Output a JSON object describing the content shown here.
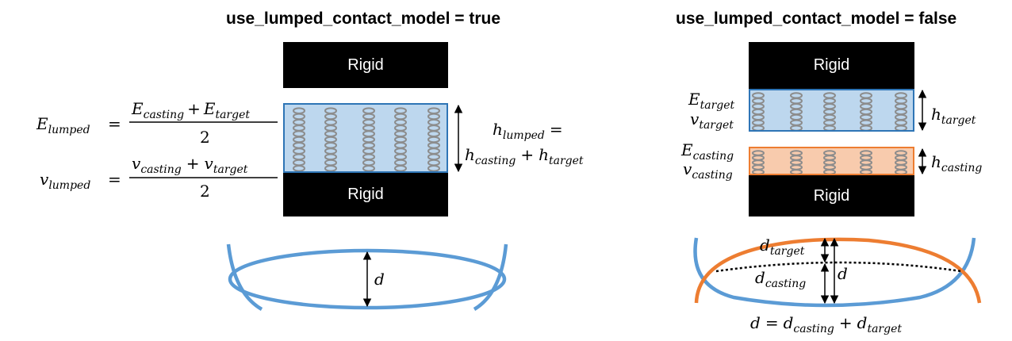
{
  "left_panel": {
    "title": "use_lumped_contact_model = true",
    "rigid_top": "Rigid",
    "rigid_bottom": "Rigid",
    "e_symbol": "E",
    "e_sub": "lumped",
    "e_num_1": "E",
    "e_num_1_sub": "casting",
    "e_num_op": "+",
    "e_num_2": "E",
    "e_num_2_sub": "target",
    "e_den": "2",
    "v_symbol": "v",
    "v_sub": "lumped",
    "v_num_1": "v",
    "v_num_1_sub": "casting",
    "v_num_op": "+",
    "v_num_2": "v",
    "v_num_2_sub": "target",
    "v_den": "2",
    "eq": "=",
    "h_symbol": "h",
    "h_sub": "lumped",
    "h_rhs_1": "h",
    "h_rhs_1_sub": "casting",
    "h_rhs_op": "+",
    "h_rhs_2": "h",
    "h_rhs_2_sub": "target",
    "d_label": "d",
    "colors": {
      "layer_fill": "#bdd7ee",
      "layer_border": "#2e75b6",
      "curve": "#5b9bd5"
    }
  },
  "right_panel": {
    "title": "use_lumped_contact_model = false",
    "rigid_top": "Rigid",
    "rigid_bottom": "Rigid",
    "target_e": "E",
    "target_e_sub": "target",
    "target_v": "v",
    "target_v_sub": "target",
    "casting_e": "E",
    "casting_e_sub": "casting",
    "casting_v": "v",
    "casting_v_sub": "casting",
    "h_target": "h",
    "h_target_sub": "target",
    "h_casting": "h",
    "h_casting_sub": "casting",
    "d_target": "d",
    "d_target_sub": "target",
    "d_casting": "d",
    "d_casting_sub": "casting",
    "d_total": "d",
    "sum_d": "d",
    "sum_eq": "=",
    "sum_1": "d",
    "sum_1_sub": "casting",
    "sum_op": "+",
    "sum_2": "d",
    "sum_2_sub": "target",
    "colors": {
      "target_fill": "#bdd7ee",
      "target_border": "#2e75b6",
      "casting_fill": "#f8cbad",
      "casting_border": "#ed7d31",
      "curve_blue": "#5b9bd5",
      "curve_orange": "#ed7d31"
    }
  }
}
